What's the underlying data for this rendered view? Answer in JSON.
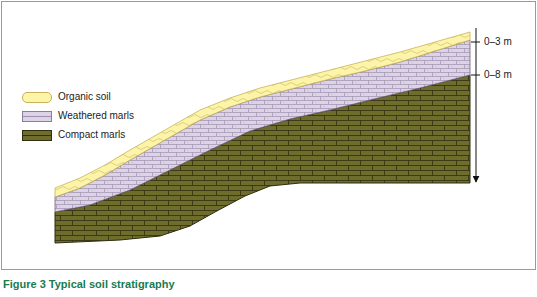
{
  "diagram": {
    "caption": "Figure 3 Typical soil stratigraphy",
    "labels": [
      "0–3 m",
      "0–8 m"
    ],
    "legend": [
      {
        "text": "Organic soil",
        "color": "#fcf4a8"
      },
      {
        "text": "Weathered marls",
        "color": "#dcd3e6"
      },
      {
        "text": "Compact marls",
        "color": "#6f6d2c"
      }
    ]
  }
}
